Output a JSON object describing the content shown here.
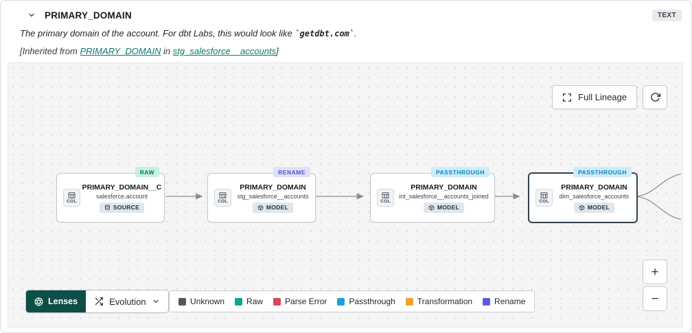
{
  "header": {
    "title": "PRIMARY_DOMAIN",
    "type_badge": "TEXT",
    "description": {
      "pre": "The primary domain of the account. For dbt Labs, this would look like ",
      "code": "`getdbt.com`",
      "post": "."
    },
    "inherited": {
      "pre": "[Inherited from ",
      "column_link": "PRIMARY_DOMAIN",
      "mid": " in ",
      "model_link": "stg_salesforce__accounts",
      "post": "]"
    }
  },
  "toolbar": {
    "full_lineage_label": "Full Lineage"
  },
  "nodes": [
    {
      "badge": "RAW",
      "title": "PRIMARY_DOMAIN__C",
      "subtitle": "salesforce.account",
      "col_label": "COL",
      "type": "SOURCE"
    },
    {
      "badge": "RENAME",
      "title": "PRIMARY_DOMAIN",
      "subtitle": "stg_salesforce__accounts",
      "col_label": "COL",
      "type": "MODEL"
    },
    {
      "badge": "PASSTHROUGH",
      "title": "PRIMARY_DOMAIN",
      "subtitle": "int_salesforce__accounts_joined",
      "col_label": "COL",
      "type": "MODEL"
    },
    {
      "badge": "PASSTHROUGH",
      "title": "PRIMARY_DOMAIN",
      "subtitle": "dim_salesforce_accounts",
      "col_label": "COL",
      "type": "MODEL"
    }
  ],
  "controls": {
    "lenses_label": "Lenses",
    "lens_selected": "Evolution",
    "zoom_in": "+",
    "zoom_out": "−"
  },
  "legend": {
    "items": [
      {
        "label": "Unknown",
        "color": "#55595e"
      },
      {
        "label": "Raw",
        "color": "#0fa392"
      },
      {
        "label": "Parse Error",
        "color": "#d9465a"
      },
      {
        "label": "Passthrough",
        "color": "#1f9fd8"
      },
      {
        "label": "Transformation",
        "color": "#f0a325"
      },
      {
        "label": "Rename",
        "color": "#5f5cd9"
      }
    ]
  },
  "colors": {
    "accent_green": "#0c4f47",
    "link": "#0c7a68",
    "raw_badge_bg": "#c7efe2",
    "rename_badge_bg": "#e1e0fa",
    "passthrough_badge_bg": "#cdecfa"
  }
}
